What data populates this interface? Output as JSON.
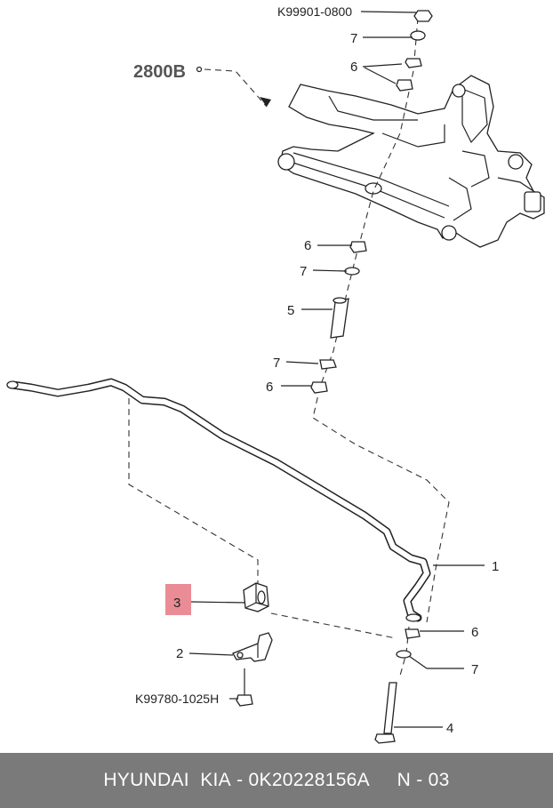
{
  "highlight_color": "#e98c95",
  "footer_background": "#7a7a7a",
  "footer": {
    "brand": "HYUNDAI  KIA",
    "separator1": " - ",
    "part_number": "0K20228156A",
    "gap": "     ",
    "page": "N - 03"
  },
  "diagram": {
    "reference_label": "2800B",
    "labels": {
      "k99901": "K99901-0800",
      "k99780": "K99780-1025H",
      "top7": "7",
      "top6": "6",
      "mid6a": "6",
      "mid7a": "7",
      "mid5": "5",
      "mid7b": "7",
      "mid6b": "6",
      "p1": "1",
      "p2": "2",
      "p3": "3",
      "p4": "4",
      "low6": "6",
      "low7": "7"
    }
  }
}
